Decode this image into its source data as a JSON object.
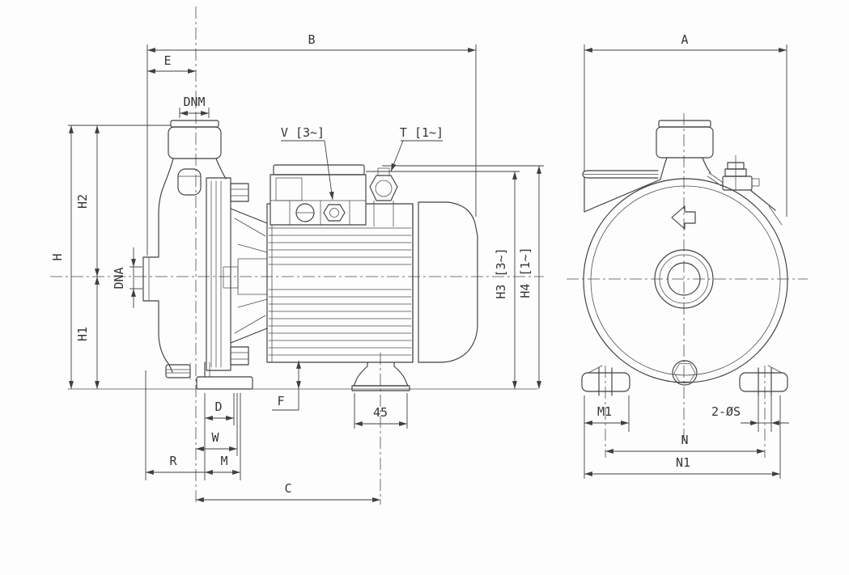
{
  "drawing": {
    "kind": "pump-dimensional-drawing",
    "colors": {
      "line": "#3f3f3f",
      "background": "#fdfdfd",
      "text": "#353535"
    },
    "side_view": {
      "dim_b": "B",
      "dim_e": "E",
      "dim_dnm": "DNM",
      "callout_v": "V [3~]",
      "callout_t": "T [1~]",
      "dim_h": "H",
      "dim_h2": "H2",
      "dim_h1": "H1",
      "dim_dna": "DNA",
      "dim_h3": "H3 [3~]",
      "dim_h4": "H4 [1~]",
      "dim_d": "D",
      "dim_w": "W",
      "dim_r": "R",
      "dim_m": "M",
      "dim_f": "F",
      "dim_motor_foot_width": "45",
      "dim_c": "C"
    },
    "front_view": {
      "dim_a": "A",
      "dim_m1": "M1",
      "dim_slots": "2-ØS",
      "dim_n": "N",
      "dim_n1": "N1"
    }
  }
}
